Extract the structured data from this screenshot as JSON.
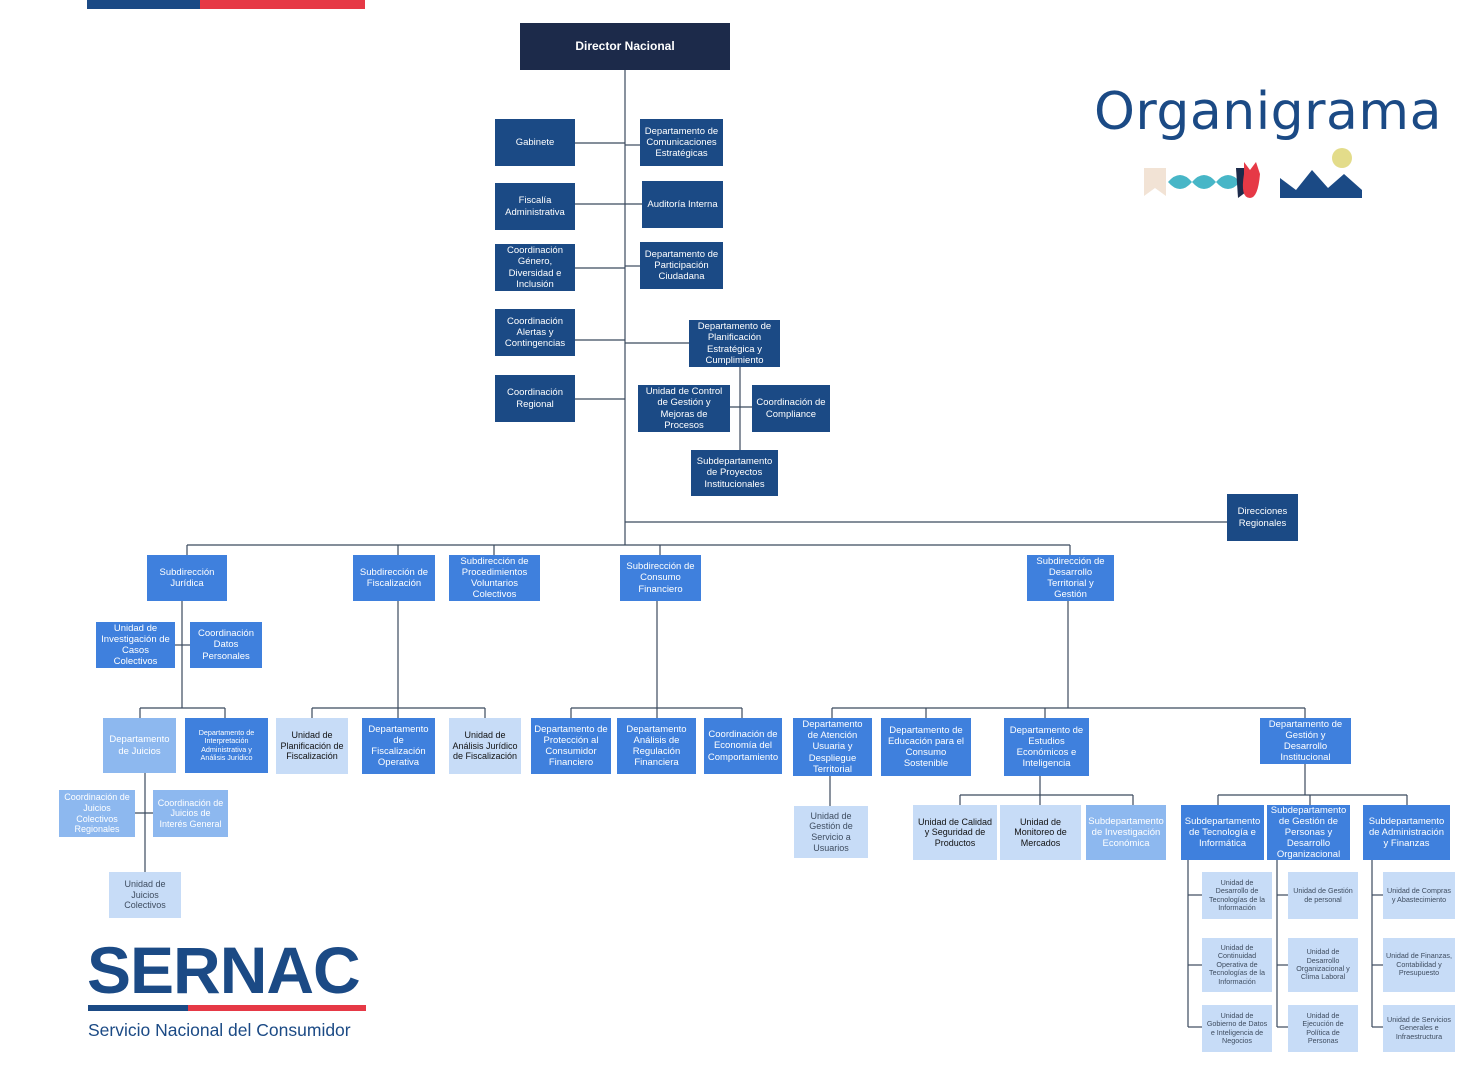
{
  "title": "Organigrama",
  "logo": {
    "word": "SERNAC",
    "subtitle": "Servicio Nacional del Consumidor"
  },
  "colors": {
    "dark": "#1c2a4a",
    "navy": "#1b4a85",
    "mid": "#3f80dd",
    "light": "#8db8ef",
    "very_light": "#c7dcf7",
    "red": "#e63946",
    "line": "#3b4a5e"
  },
  "units": {
    "director": "Director Nacional",
    "gabinete": "Gabinete",
    "fiscalia": "Fiscalía Administrativa",
    "genero": "Coordinación Género, Diversidad e Inclusión",
    "alertas": "Coordinación Alertas y Contingencias",
    "regional": "Coordinación Regional",
    "comunicaciones": "Departamento de Comunicaciones Estratégicas",
    "auditoria": "Auditoría Interna",
    "participacion": "Departamento de Participación Ciudadana",
    "planificacion": "Departamento de Planificación Estratégica y Cumplimiento",
    "control": "Unidad de Control de Gestión y Mejoras de Procesos",
    "compliance": "Coordinación de Compliance",
    "proyectos": "Subdepartamento de Proyectos Institucionales",
    "direcciones": "Direcciones Regionales",
    "sub_juridica": "Subdirección Jurídica",
    "sub_fiscalizacion": "Subdirección de Fiscalización",
    "sub_procedimientos": "Subdirección de Procedimientos Voluntarios Colectivos",
    "sub_consumo": "Subdirección de Consumo Financiero",
    "sub_desarrollo": "Subdirección de Desarrollo Territorial y Gestión",
    "u_investigacion": "Unidad de Investigación de Casos Colectivos",
    "c_datos": "Coordinación Datos Personales",
    "d_juicios": "Departamento de Juicios",
    "d_interpretacion": "Departamento de Interpretación Administrativa y Análisis Jurídico",
    "c_juicios_regionales": "Coordinación de Juicios Colectivos Regionales",
    "c_juicios_interes": "Coordinación de Juicios de Interés General",
    "u_juicios_colectivos": "Unidad de Juicios Colectivos",
    "u_planificacion_fisc": "Unidad de Planificación de Fiscalización",
    "d_fisc_operativa": "Departamento de Fiscalización Operativa",
    "u_analisis_juridico": "Unidad de Análisis Jurídico de Fiscalización",
    "d_proteccion": "Departamento de Protección al Consumidor Financiero",
    "d_regulacion": "Departamento Análisis de Regulación Financiera",
    "c_economia": "Coordinación de Economía del Comportamiento",
    "d_atencion": "Departamento de Atención Usuaria y Despliegue Territorial",
    "d_educacion": "Departamento de Educación para el Consumo Sostenible",
    "d_estudios": "Departamento de Estudios Económicos e Inteligencia",
    "d_gestion": "Departamento de Gestión y Desarrollo Institucional",
    "u_servicio": "Unidad de Gestión de Servicio a Usuarios",
    "u_calidad": "Unidad de Calidad y Seguridad de Productos",
    "u_monitoreo": "Unidad de Monitoreo de Mercados",
    "s_investigacion": "Subdepartamento de Investigación Económica",
    "s_tecnologia": "Subdepartamento de Tecnología e Informática",
    "s_personas": "Subdepartamento de Gestión de Personas y Desarrollo Organizacional",
    "s_administracion": "Subdepartamento de Administración y Finanzas",
    "u_desarrollo_ti": "Unidad de Desarrollo de Tecnologías de la Información",
    "u_continuidad": "Unidad de Continuidad Operativa de Tecnologías de la Información",
    "u_gobierno_datos": "Unidad de Gobierno de Datos e Inteligencia de Negocios",
    "u_gestion_personal": "Unidad de Gestión de personal",
    "u_clima": "Unidad de Desarrollo Organizacional y Clima Laboral",
    "u_politica": "Unidad de Ejecución de Política de Personas",
    "u_compras": "Unidad de Compras y Abastecimiento",
    "u_finanzas": "Unidad de Finanzas, Contabilidad y Presupuesto",
    "u_servicios": "Unidad de Servicios Generales e Infraestructura"
  }
}
